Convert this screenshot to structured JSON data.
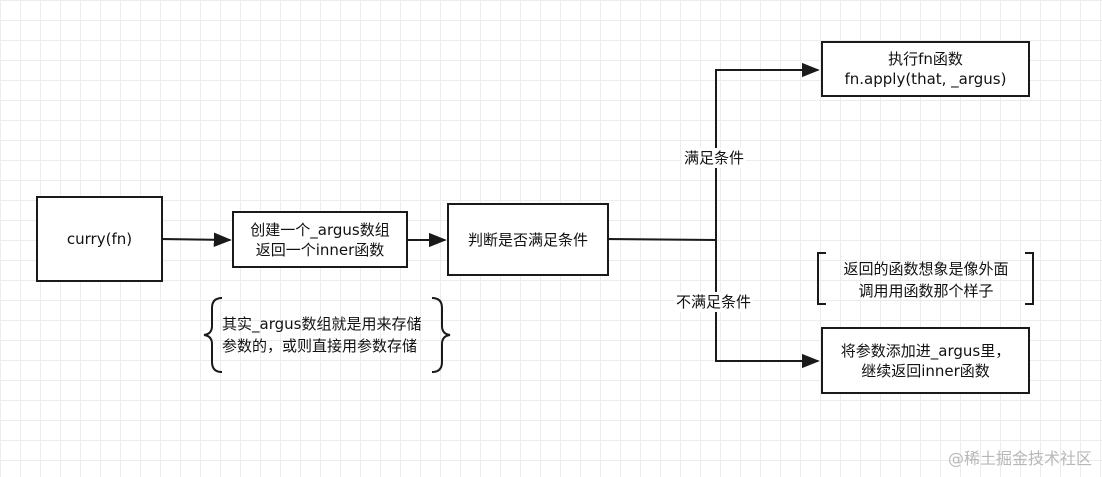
{
  "nodes": {
    "curry": {
      "text": "curry(fn)"
    },
    "create": {
      "line1": "创建一个_argus数组",
      "line2": "返回一个inner函数"
    },
    "judge": {
      "text": "判断是否满足条件"
    },
    "execute": {
      "line1": "执行fn函数",
      "line2": "fn.apply(that, _argus)"
    },
    "store": {
      "line1": "将参数添加进_argus里，",
      "line2": "继续返回inner函数"
    }
  },
  "edges": {
    "satisfied": "满足条件",
    "not_satisfied": "不满足条件"
  },
  "notes": {
    "argus_note": {
      "line1": "其实_argus数组就是用来存储",
      "line2": "参数的，或则直接用参数存储"
    },
    "return_note": {
      "line1": "返回的函数想象是像外面",
      "line2": "调用用函数那个样子"
    }
  },
  "watermark": "@稀土掘金技术社区",
  "colors": {
    "stroke": "#1a1a1a",
    "grid": "#ececec",
    "watermark": "#b8b8b8"
  }
}
